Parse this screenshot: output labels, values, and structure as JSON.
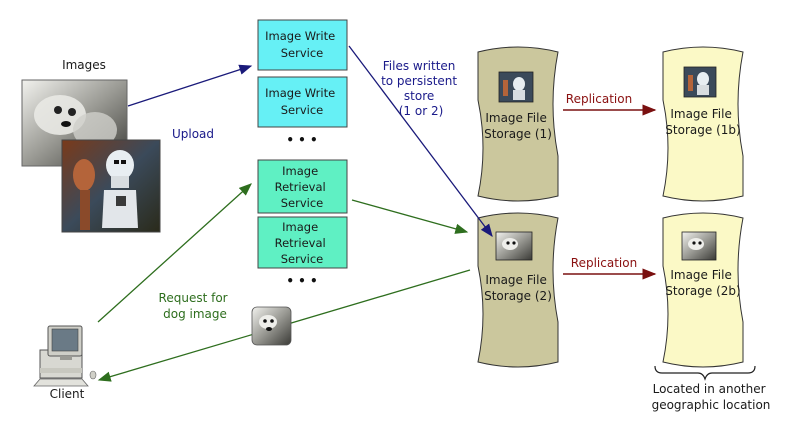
{
  "title": "",
  "images_label": "Images",
  "upload_label": "Upload",
  "client_label": "Client",
  "request_label": [
    "Request for",
    "dog image"
  ],
  "files_written_label": [
    "Files written",
    "to persistent",
    "store",
    "(1 or 2)"
  ],
  "write_services": [
    {
      "label": [
        "Image Write",
        "Service"
      ]
    },
    {
      "label": [
        "Image Write",
        "Service"
      ]
    }
  ],
  "retrieval_services": [
    {
      "label": [
        "Image",
        "Retrieval",
        "Service"
      ]
    },
    {
      "label": [
        "Image",
        "Retrieval",
        "Service"
      ]
    }
  ],
  "ellipsis": "• • •",
  "storages": [
    {
      "id": "1",
      "label": [
        "Image File",
        "Storage (1)"
      ]
    },
    {
      "id": "1b",
      "label": [
        "Image File",
        "Storage (1b)"
      ]
    },
    {
      "id": "2",
      "label": [
        "Image File",
        "Storage (2)"
      ]
    },
    {
      "id": "2b",
      "label": [
        "Image File",
        "Storage (2b)"
      ]
    }
  ],
  "replication_label": "Replication",
  "location_note": [
    "Located in another",
    "geographic location"
  ],
  "colors": {
    "write_service_fill": "#66f0f5",
    "retrieval_service_fill": "#5ff0c3",
    "primary_storage_fill": "#cbc79d",
    "replica_storage_fill": "#fbf9c6",
    "upload_arrow": "#1a1a7a",
    "retrieval_arrow": "#2e6e1e",
    "replication_arrow": "#7a1010",
    "upload_text": "#1a1a8a",
    "request_text": "#2e6e1e",
    "replication_text": "#8a1010"
  }
}
